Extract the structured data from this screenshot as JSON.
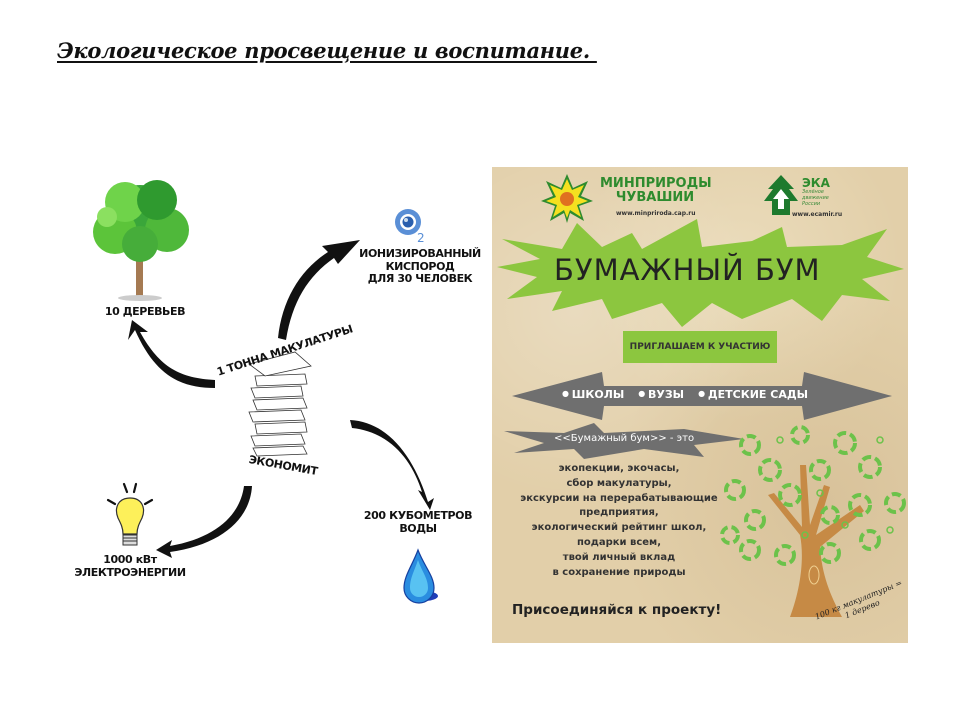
{
  "slide": {
    "title": "Экологическое просвещение и воспитание. "
  },
  "infographic": {
    "center_top_label": "1 ТОННА МАКУЛАТУРЫ",
    "center_bottom_label": "ЭКОНОМИТ",
    "items": [
      {
        "icon": "tree-icon",
        "label": "10 ДЕРЕВЬЕВ"
      },
      {
        "icon": "oxygen-icon",
        "label_lines": [
          "ИОНИЗИРОВАННЫЙ",
          "КИСПОРОД",
          "ДЛЯ 30 ЧЕЛОВЕК"
        ]
      },
      {
        "icon": "water-drop-icon",
        "label_lines": [
          "200 КУБОМЕТРОВ",
          "ВОДЫ"
        ]
      },
      {
        "icon": "light-bulb-icon",
        "label_lines": [
          "1000 кВт",
          "ЭЛЕКТРОЭНЕРГИИ"
        ]
      }
    ]
  },
  "poster": {
    "org1": {
      "name_lines": [
        "МИНПРИРОДЫ",
        "ЧУВАШИИ"
      ],
      "url": "www.minpriroda.cap.ru"
    },
    "org2": {
      "name": "ЭКА",
      "sub_lines": [
        "Зелёное",
        "движение",
        "России"
      ],
      "url": "www.ecamir.ru"
    },
    "headline": "БУМАЖНЫЙ БУМ",
    "invite": "ПРИГЛАШАЕМ К УЧАСТИЮ",
    "targets": [
      "ШКОЛЫ",
      "ВУЗЫ",
      "ДЕТСКИЕ САДЫ"
    ],
    "intro": "<<Бумажный бум>> - это",
    "description_lines": [
      "экопекции, экочасы,",
      "сбор макулатуры,",
      "экскурсии на перерабатывающие",
      "предприятия,",
      "экологический рейтинг школ,",
      "подарки всем,",
      "твой личный вклад",
      "в сохранение природы"
    ],
    "call_to_action": "Присоединяйся к проекту!",
    "tree_note_lines": [
      "100 кг макулатуры =",
      "1 дерево"
    ],
    "colors": {
      "green": "#8cc63f",
      "dark_green": "#2e8b2e",
      "gray_arrow": "#6f6f6f",
      "trunk": "#c68a45",
      "background": "#e2cfa9"
    }
  }
}
